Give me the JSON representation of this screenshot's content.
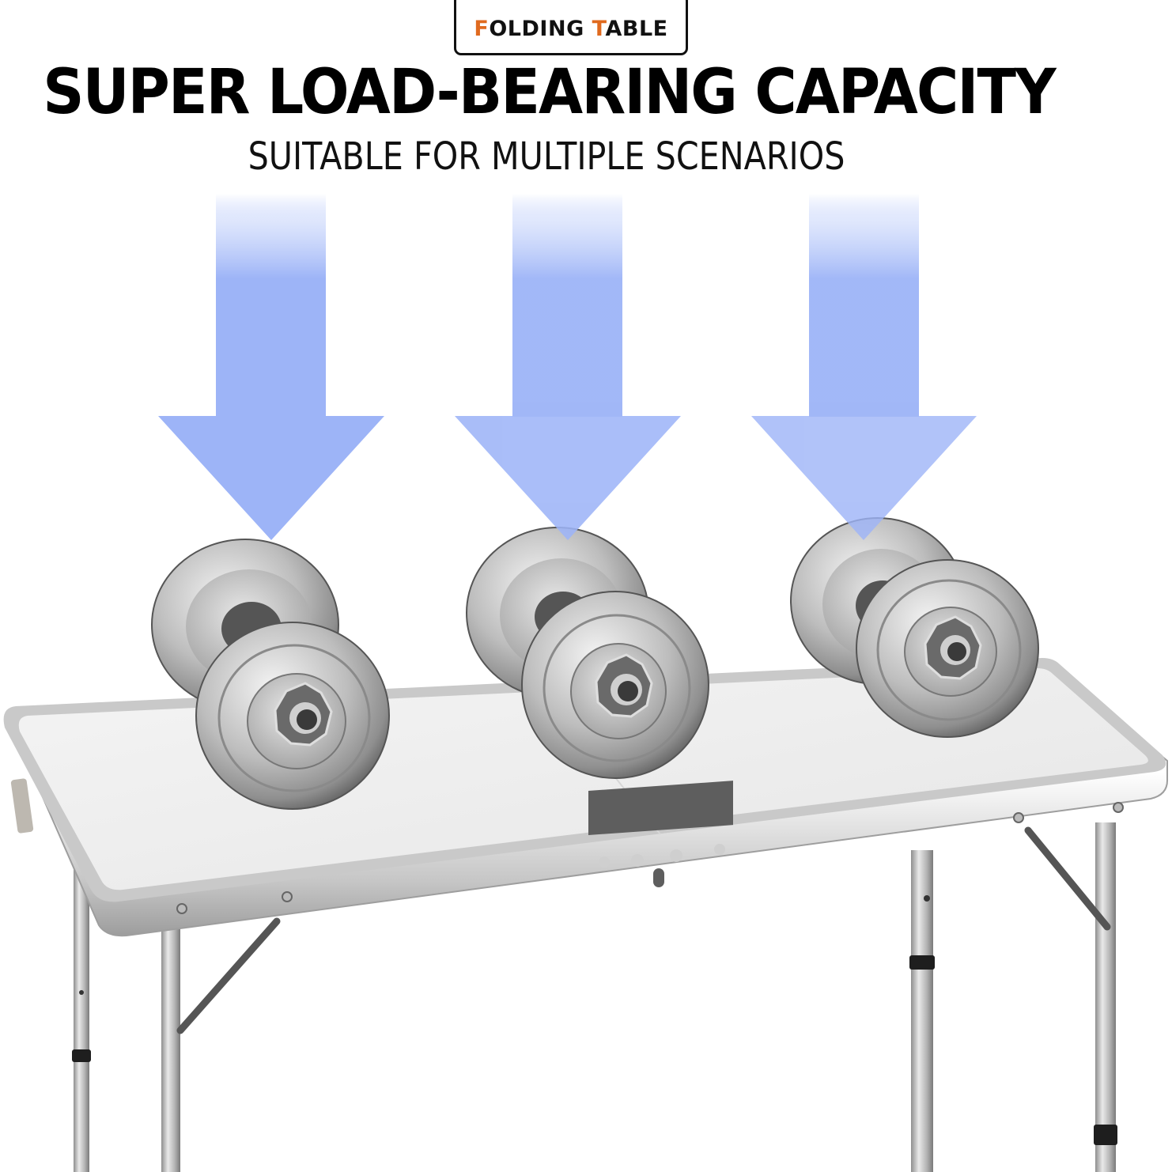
{
  "badge": {
    "label_first_initial": "F",
    "label_first_rest": "OLDING ",
    "label_second_initial": "T",
    "label_second_rest": "ABLE",
    "accent_color": "#e06a1f"
  },
  "headline": "SUPER LOAD-BEARING CAPACITY",
  "subtitle": "SUITABLE FOR MULTIPLE SCENARIOS",
  "illustration": {
    "arrow_color": "#9db4f7",
    "arrows": [
      {
        "name": "left-arrow"
      },
      {
        "name": "middle-arrow"
      },
      {
        "name": "right-arrow"
      }
    ],
    "dumbbells": [
      {
        "name": "left-dumbbell"
      },
      {
        "name": "middle-dumbbell"
      },
      {
        "name": "right-dumbbell"
      }
    ],
    "table_color": "#eeeeee",
    "frame_color": "#c4c4c4"
  }
}
